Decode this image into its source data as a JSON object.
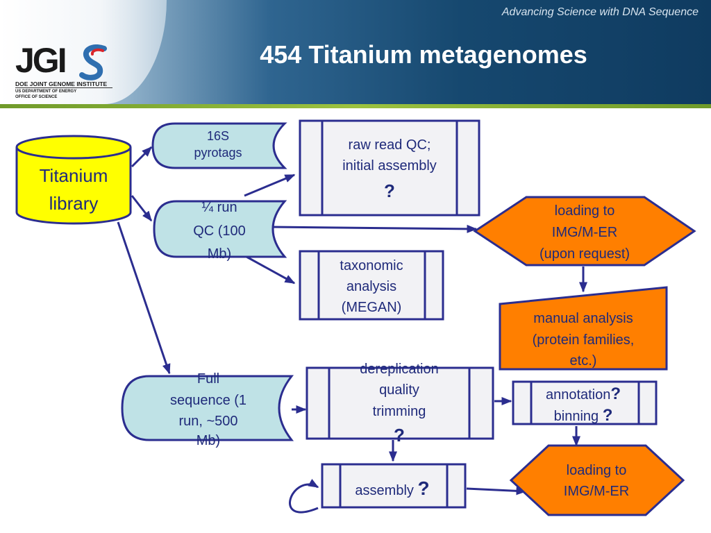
{
  "header": {
    "tagline": "Advancing Science with DNA Sequence",
    "title": "454 Titanium metagenomes",
    "logo": {
      "wordmark": "JGI",
      "org_line1": "DOE JOINT GENOME INSTITUTE",
      "org_line2": "US DEPARTMENT OF ENERGY",
      "org_line3": "OFFICE OF SCIENCE"
    }
  },
  "colors": {
    "navy": "#2b2d8f",
    "cylinder_fill": "#ffff00",
    "storage_fill": "#bfe2e6",
    "process_fill": "#f2f2f5",
    "hexagon_fill": "#ff7f00",
    "accent_stripe": "#8cb63c"
  },
  "nodes": {
    "titanium_library": {
      "line1": "Titanium",
      "line2": "library"
    },
    "pyrotags": {
      "line1": "16S",
      "line2": "pyrotags"
    },
    "quarter_run": {
      "line1": "¼ run",
      "line2": "QC (100",
      "line3": "Mb)"
    },
    "full_sequence": {
      "line1": "Full",
      "line2": "sequence (1",
      "line3": "run, ~500",
      "line4": "Mb)"
    },
    "raw_read_qc": {
      "line1": "raw read QC;",
      "line2": "initial assembly",
      "q": "?"
    },
    "taxonomic": {
      "line1": "taxonomic",
      "line2": "analysis",
      "line3": "(MEGAN)"
    },
    "loading_request": {
      "line1": "loading to",
      "line2": "IMG/M-ER",
      "line3": "(upon request)"
    },
    "manual_analysis": {
      "line1": "manual analysis",
      "line2": "(protein families,",
      "line3": "etc.)"
    },
    "dereplication": {
      "line1": "dereplication",
      "line2": "quality",
      "line3": "trimming",
      "q": "?"
    },
    "annotation": {
      "line1": "annotation",
      "q1": "?",
      "line2": "binning ",
      "q2": "?"
    },
    "assembly": {
      "label": "assembly ",
      "q": "?"
    },
    "loading": {
      "line1": "loading to",
      "line2": "IMG/M-ER"
    }
  }
}
